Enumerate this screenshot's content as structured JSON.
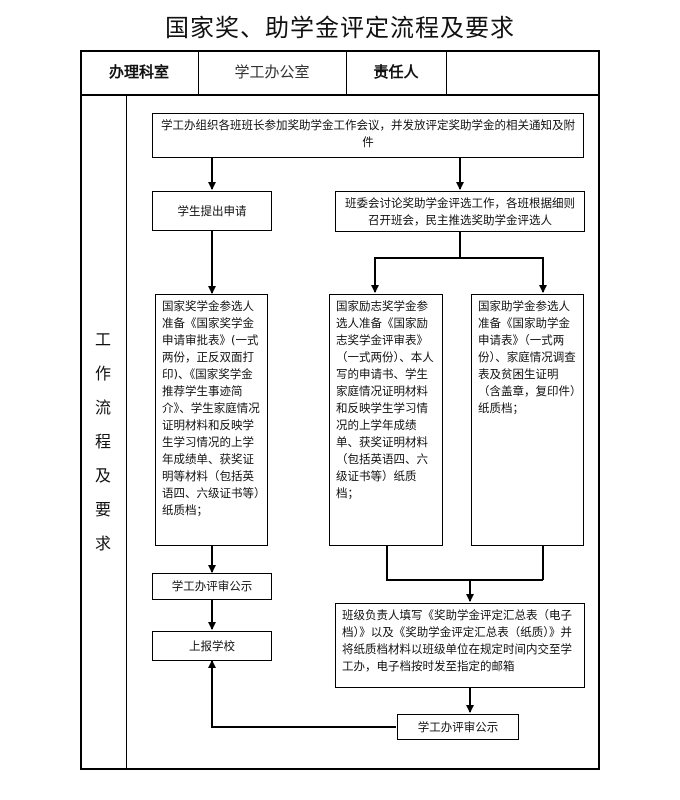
{
  "title": "国家奖、助学金评定流程及要求",
  "header": {
    "col1": "办理科室",
    "col2": "学工办公室",
    "col3": "责任人",
    "col4": ""
  },
  "side_label": [
    "工",
    "作",
    "流",
    "程",
    "及",
    "要",
    "求"
  ],
  "nodes": {
    "meeting": "学工办组织各班班长参加奖助学金工作会议，并发放评定奖助学金的相关通知及附件",
    "apply": "学生提出申请",
    "class_committee": "班委会讨论奖助学金评选工作，各班根据细则召开班会，民主推选奖助学金评选人",
    "national_scholarship": "国家奖学金参选人准备《国家奖学金申请审批表》(一式两份，正反双面打印)、《国家奖学金推荐学生事迹简介》、学生家庭情况证明材料和反映学生学习情况的上学年成绩单、获奖证明等材料（包括英语四、六级证书等）纸质档；",
    "inspirational_scholarship": "国家励志奖学金参选人准备《国家励志奖学金评审表》（一式两份）、本人写的申请书、学生家庭情况证明材料和反映学生学习情况的上学年成绩单、获奖证明材料（包括英语四、六级证书等）纸质档；",
    "national_grant": "国家助学金参选人准备《国家助学金申请表》（一式两份）、家庭情况调查表及贫困生证明（含盖章，复印件）纸质档；",
    "office_review_1": "学工办评审公示",
    "report_school": "上报学校",
    "monitor_fill": "班级负责人填写《奖助学金评定汇总表（电子档）》以及《奖助学金评定汇总表（纸质）》并将纸质档材料以班级单位在规定时间内交至学工办，电子档按时发至指定的邮箱",
    "office_review_2": "学工办评审公示"
  }
}
